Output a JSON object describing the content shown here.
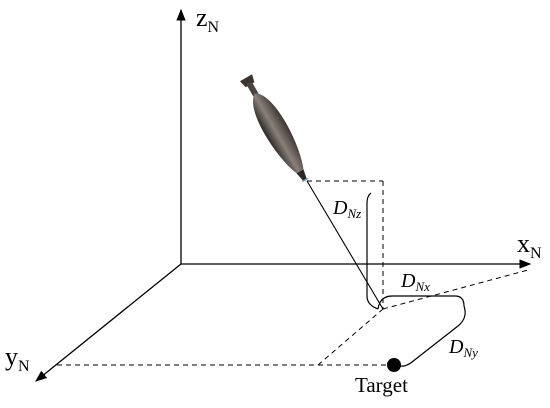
{
  "axes": {
    "z": {
      "main": "z",
      "sub": "N"
    },
    "x": {
      "main": "x",
      "sub": "N"
    },
    "y": {
      "main": "y",
      "sub": "N"
    }
  },
  "dimensions": {
    "dz": {
      "main": "D",
      "sub": "Nz"
    },
    "dx": {
      "main": "D",
      "sub": "Nx"
    },
    "dy": {
      "main": "D",
      "sub": "Ny"
    }
  },
  "target": {
    "label": "Target"
  },
  "icons": {
    "projectile": "bomb-icon",
    "target_marker": "filled-circle-icon"
  },
  "colors": {
    "lines": "#000000",
    "projectile_body": "#4a4340",
    "projectile_highlight": "#8a807a"
  }
}
